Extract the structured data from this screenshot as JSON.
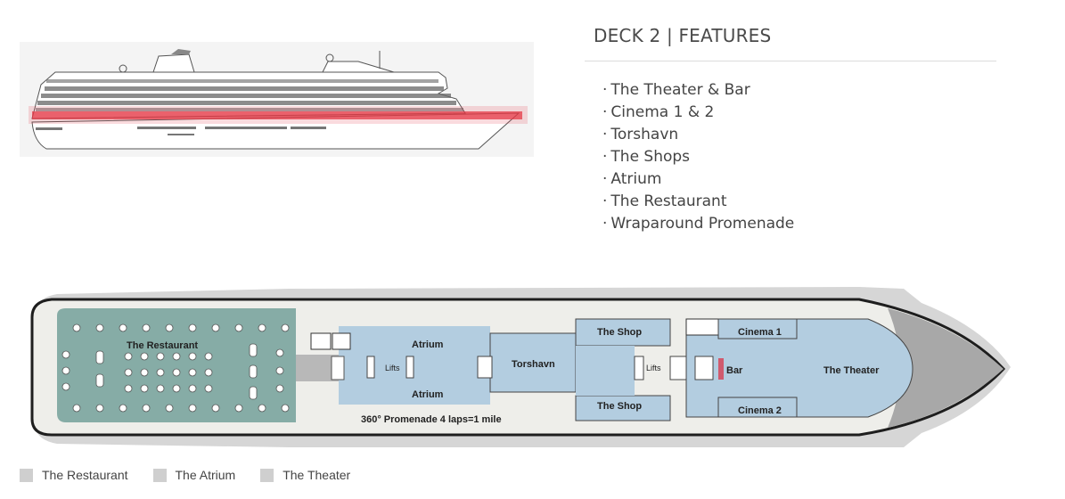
{
  "features": {
    "title": "DECK 2 | FEATURES",
    "items": [
      "The Theater & Bar",
      "Cinema 1 & 2",
      "Torshavn",
      "The Shops",
      "Atrium",
      "The Restaurant",
      "Wraparound Promenade"
    ]
  },
  "deck": {
    "restaurant": "The Restaurant",
    "atrium_top": "Atrium",
    "atrium_bottom": "Atrium",
    "lifts_left": "Lifts",
    "lifts_right": "Lifts",
    "torshavn": "Torshavn",
    "shop_top": "The Shop",
    "shop_bottom": "The Shop",
    "cinema1": "Cinema 1",
    "cinema2": "Cinema 2",
    "bar": "Bar",
    "theater": "The Theater",
    "promenade": "360° Promenade   4 laps=1 mile"
  },
  "legend": [
    "The Restaurant",
    "The Atrium",
    "The Theater"
  ],
  "colors": {
    "restaurant": "#86aca6",
    "public": "#b3cde0",
    "highlight": "#e63946",
    "hull": "#d9d9d9"
  }
}
